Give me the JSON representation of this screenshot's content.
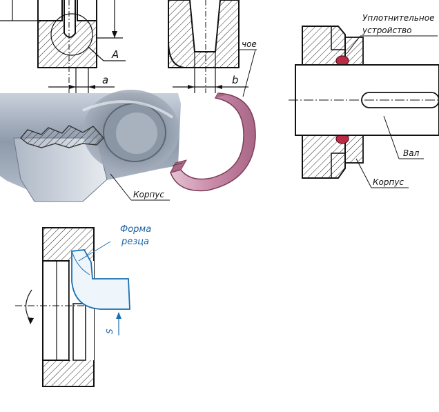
{
  "labels": {
    "seal_device_line1": "Уплотнительное",
    "seal_device_line2": "устройство",
    "shaft": "Вал",
    "housing_right": "Корпус",
    "housing_photo": "Корпус",
    "cutter_line1": "Форма",
    "cutter_line2": "резца",
    "feed": "S",
    "detail_a": "A",
    "dim_a": "a",
    "dim_b": "b",
    "partial_word": "чое"
  },
  "colors": {
    "seal": "#c0304a",
    "ring": "#c98aa8",
    "cutter": "#1a6fb0",
    "steel": "#9aa6b6"
  }
}
